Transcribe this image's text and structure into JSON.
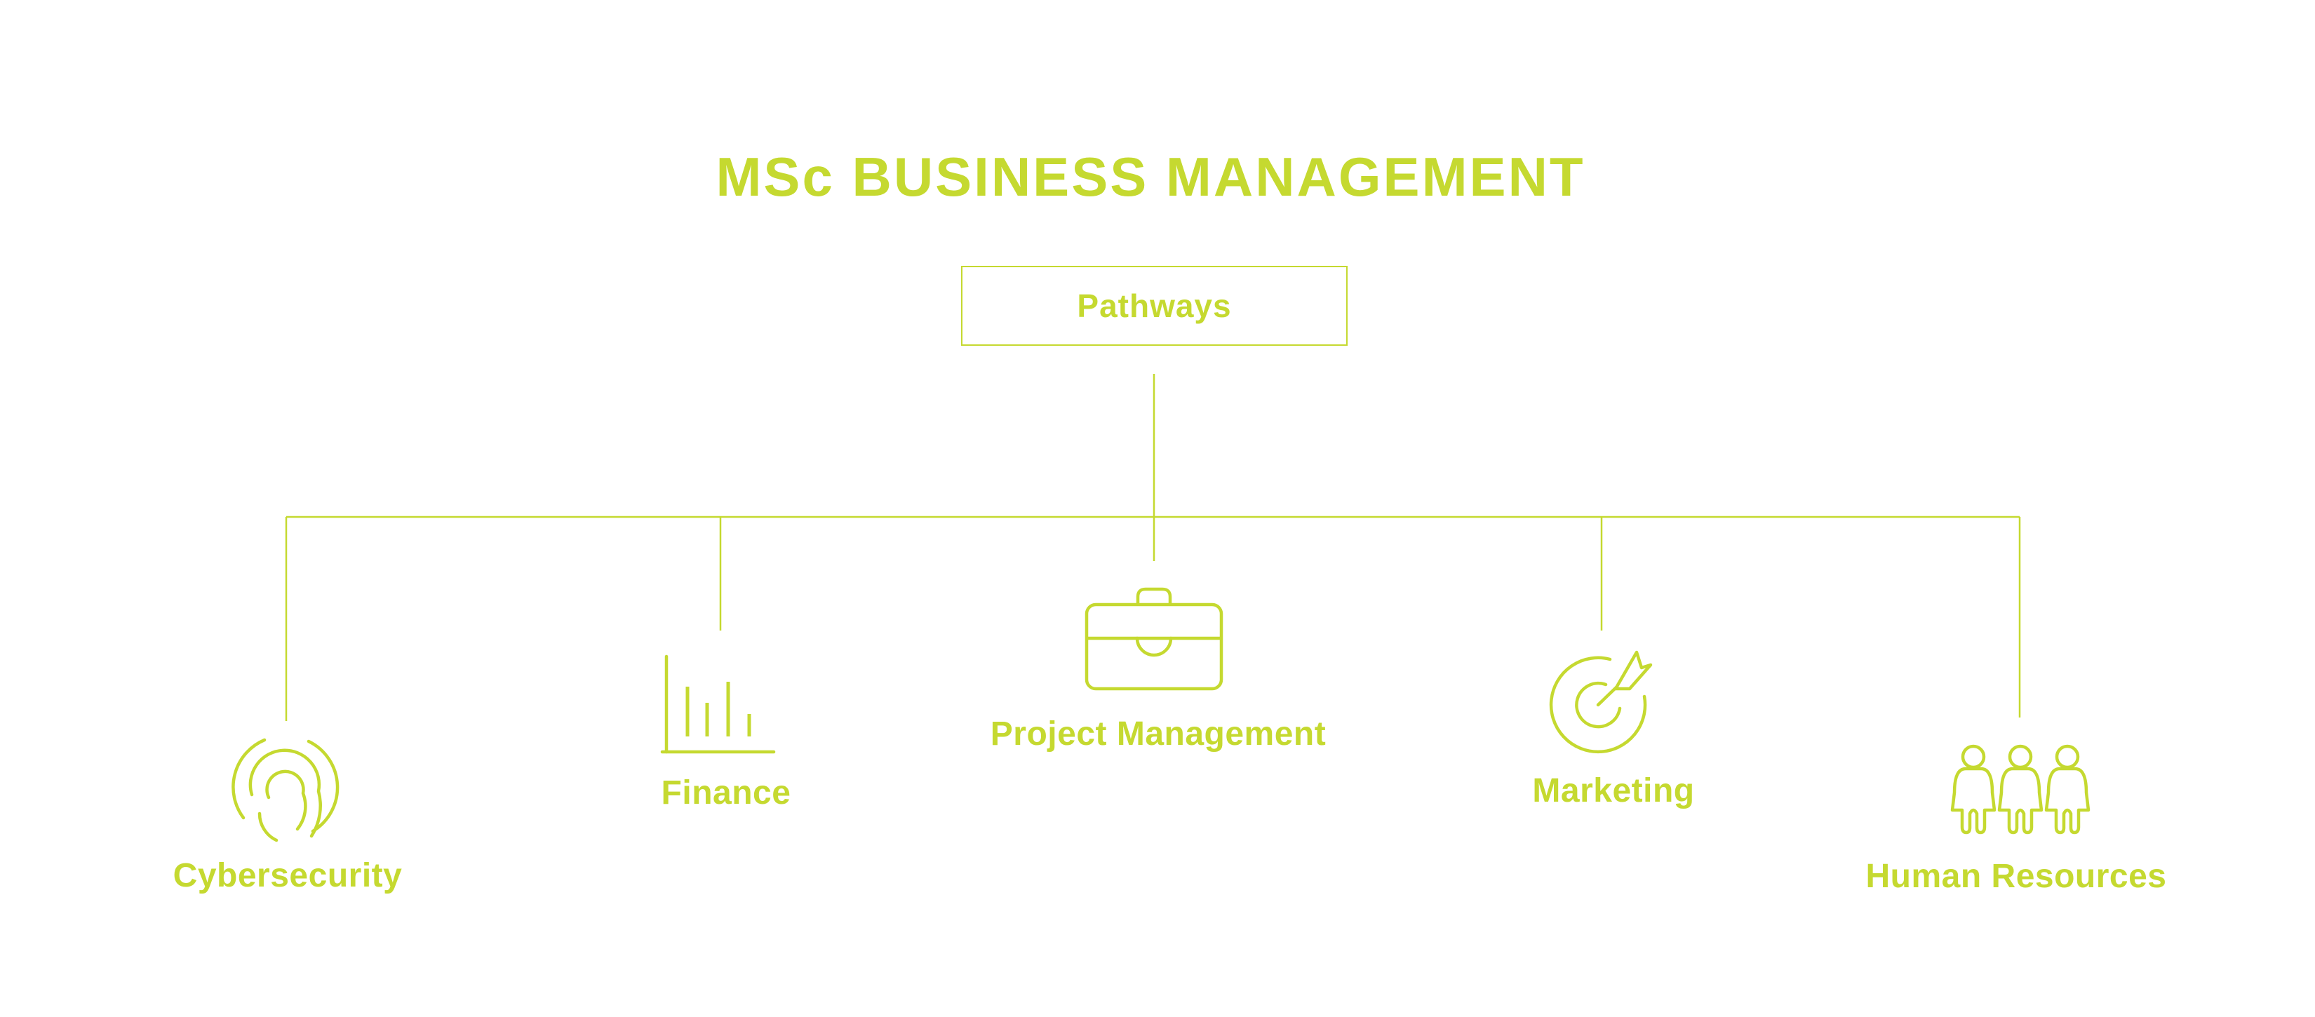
{
  "title": "MSc BUSINESS MANAGEMENT",
  "root": {
    "label": "Pathways"
  },
  "branches": [
    {
      "label": "Cybersecurity",
      "icon": "fingerprint-icon"
    },
    {
      "label": "Finance",
      "icon": "bar-chart-icon"
    },
    {
      "label": "Project Management",
      "icon": "briefcase-icon"
    },
    {
      "label": "Marketing",
      "icon": "target-arrow-icon"
    },
    {
      "label": "Human Resources",
      "icon": "people-icon"
    }
  ],
  "colors": {
    "accent": "#c5d930",
    "background": "#ffffff"
  }
}
